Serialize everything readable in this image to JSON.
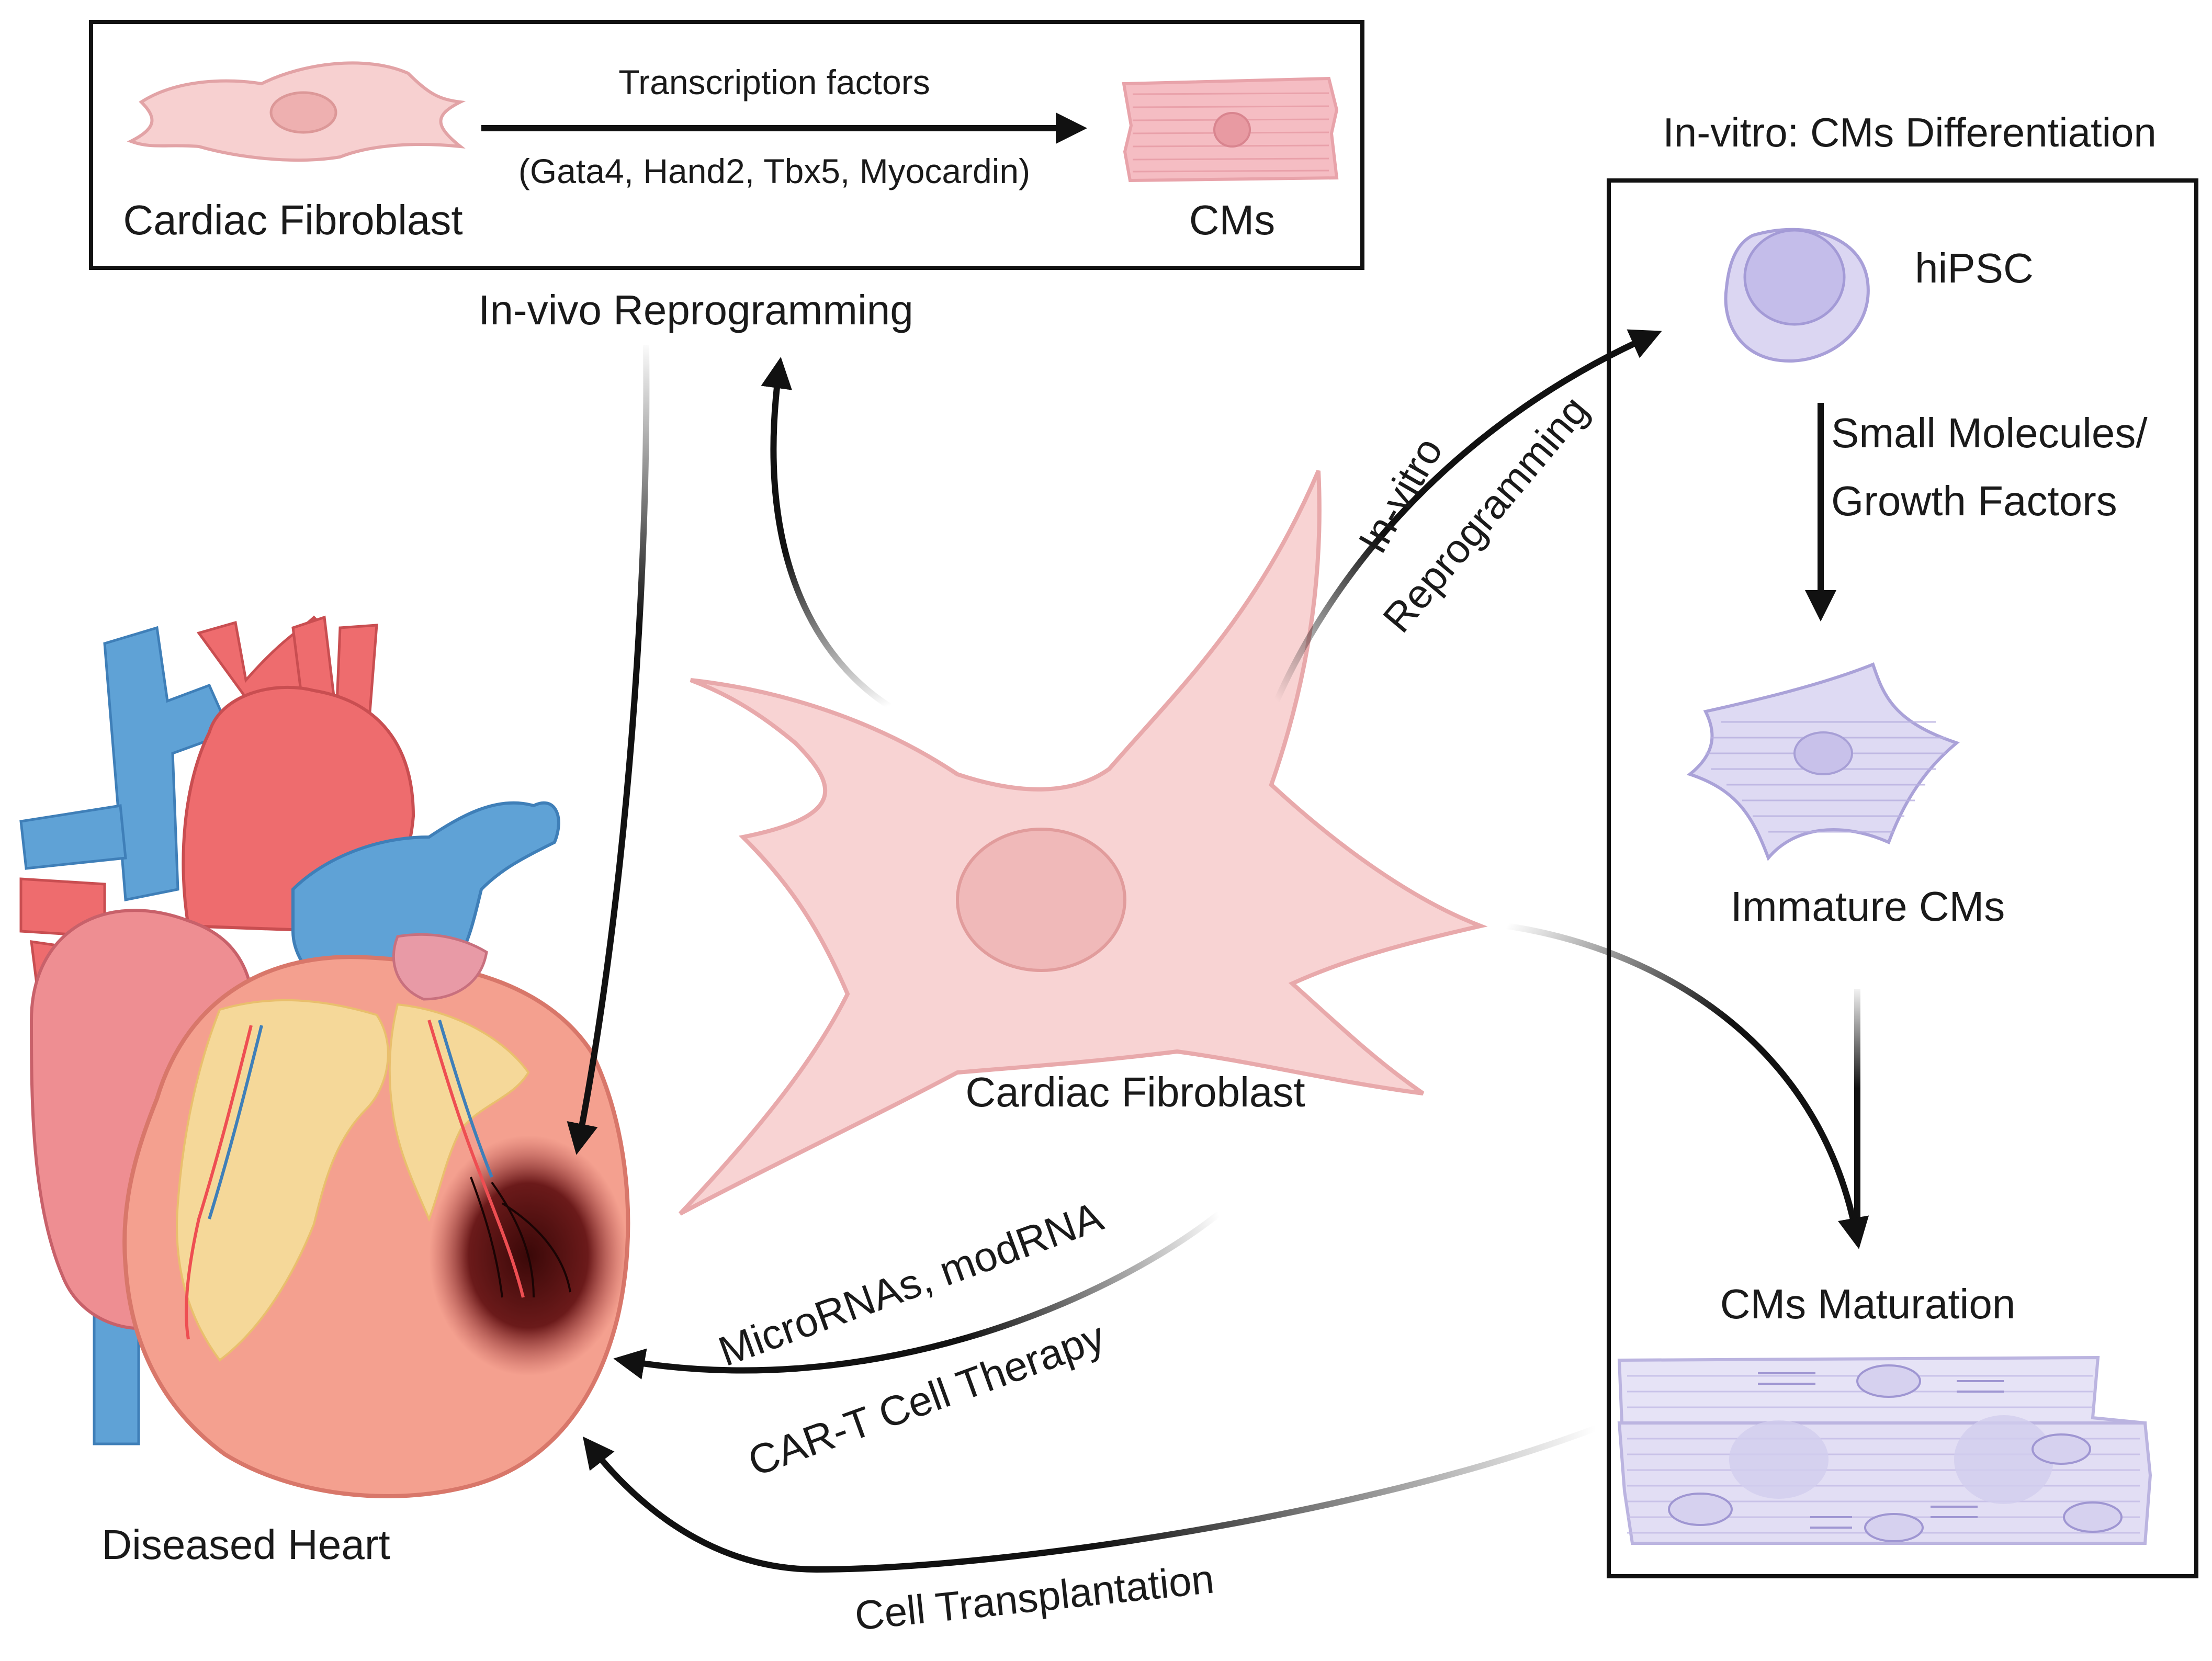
{
  "labels": {
    "transcription_factors": "Transcription factors",
    "factor_list": "(Gata4, Hand2, Tbx5, Myocardin)",
    "inset_cardiac_fibroblast": "Cardiac Fibroblast",
    "inset_cms": "CMs",
    "in_vivo_reprogramming": "In-vivo Reprogramming",
    "in_vitro_title": "In-vitro: CMs Differentiation",
    "hipsc": "hiPSC",
    "small_molecules": "Small Molecules/",
    "growth_factors": "Growth Factors",
    "immature_cms": "Immature CMs",
    "cms_maturation": "CMs Maturation",
    "in_vitro": "In-vitro",
    "reprogramming": "Reprogramming",
    "center_cardiac_fibroblast": "Cardiac Fibroblast",
    "diseased_heart": "Diseased Heart",
    "micrornas": "MicroRNAs, modRNA",
    "car_t": "CAR-T Cell Therapy",
    "cell_transplantation": "Cell Transplantation"
  },
  "colors": {
    "fibroblast_fill": "#f7d3d3",
    "fibroblast_stroke": "#e2a3a6",
    "cm_fill": "#f3b9c0",
    "stem_fill": "#d8d4f0",
    "stem_stroke": "#a79fd6",
    "artery": "#ee6c6e",
    "vein": "#5fa2d6",
    "myocardium": "#f4a08f",
    "fat": "#f6df9b",
    "infarct": "#5a1616",
    "arrow": "#1a1a1a",
    "frame": "#111111"
  }
}
